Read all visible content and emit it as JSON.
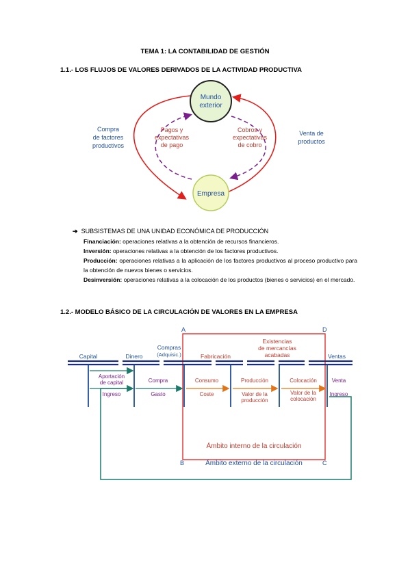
{
  "doc": {
    "title": "TEMA 1: LA CONTABILIDAD DE GESTIÓN",
    "section1_heading": "1.1.- LOS FLUJOS DE VALORES DERIVADOS DE LA ACTIVIDAD PRODUCTIVA",
    "section2_heading": "1.2.- MODELO BÁSICO DE LA CIRCULACIÓN DE VALORES EN LA EMPRESA"
  },
  "diagram1": {
    "mundo_line1": "Mundo",
    "mundo_line2": "exterior",
    "empresa": "Empresa",
    "compra_line1": "Compra",
    "compra_line2": "de factores",
    "compra_line3": "productivos",
    "venta_line1": "Venta de",
    "venta_line2": "productos",
    "pagos_line1": "Pagos y",
    "pagos_line2": "expectativas",
    "pagos_line3": "de pago",
    "cobros_line1": "Cobros y",
    "cobros_line2": "expectativas",
    "cobros_line3": "de cobro"
  },
  "subsystems": {
    "arrow": "➔",
    "heading": "SUBSISTEMAS DE UNA UNIDAD ECONÓMICA DE PRODUCCIÓN",
    "items": [
      {
        "term": "Financiación:",
        "text": " operaciones relativas a la obtención de recursos financieros."
      },
      {
        "term": "Inversión:",
        "text": " operaciones relativas a la obtención de los factores productivos."
      },
      {
        "term": "Producción:",
        "text": " operaciones relativas a la aplicación de los factores productivos al proceso productivo para la obtención de nuevos bienes o servicios."
      },
      {
        "term": "Desinversión:",
        "text": " operaciones relativas a la colocación de los productos (bienes o servicios) en el mercado."
      }
    ]
  },
  "diagram2": {
    "corner_a": "A",
    "corner_b": "B",
    "corner_c": "C",
    "corner_d": "D",
    "capital": "Capital",
    "dinero": "Dinero",
    "compras_line1": "Compras",
    "compras_line2": "(Adquisic.)",
    "fabricacion": "Fabricación",
    "existencias_line1": "Existencias",
    "existencias_line2": "de mercancías",
    "existencias_line3": "acabadas",
    "ventas": "Ventas",
    "aportacion_line1": "Aportación",
    "aportacion_line2": "de capital",
    "ingreso1": "Ingreso",
    "compra": "Compra",
    "gasto": "Gasto",
    "consumo": "Consumo",
    "coste": "Coste",
    "produccion": "Producción",
    "valor_prod_line1": "Valor de la",
    "valor_prod_line2": "producción",
    "colocacion": "Colocación",
    "valor_col_line1": "Valor de la",
    "valor_col_line2": "colocación",
    "venta": "Venta",
    "ingreso2": "Ingreso",
    "ambito_interno": "Ámbito interno de la circulación",
    "ambito_externo": "Ámbito externo de la circulación"
  },
  "colors": {
    "red": "#e0201c",
    "purple": "#7a1f8c",
    "blue": "#1f4e9c",
    "navy": "#1a2d7a",
    "teal": "#1c7a6a",
    "orange": "#e07418",
    "brownred": "#c0392b",
    "mundo_fill": "#e6f4d4",
    "empresa_fill": "#f4f7c6"
  }
}
